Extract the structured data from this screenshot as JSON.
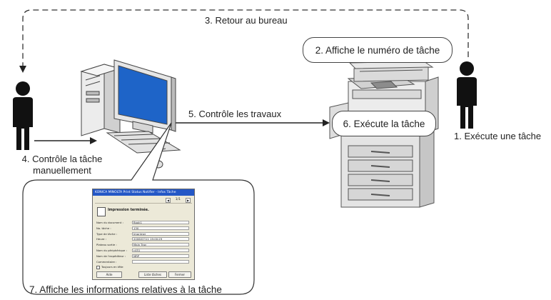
{
  "steps": {
    "step1": "1. Exécute une tâche",
    "step2": "2. Affiche le numéro de tâche",
    "step3": "3. Retour au bureau",
    "step4_line1": "4. Contrôle la tâche",
    "step4_line2": "manuellement",
    "step5": "5. Contrôle les travaux",
    "step6": "6. Exécute la tâche",
    "step7": "7. Affiche les informations relatives à la tâche"
  },
  "dialog": {
    "title": "KONICA MINOLTA Print Status Notifier - Infos Tâche",
    "page": "1/1",
    "heading": "Impression terminée.",
    "fields": [
      {
        "label": "Nom du document :",
        "value": "Book1"
      },
      {
        "label": "No. tâche :",
        "value": "130"
      },
      {
        "label": "Type de tâche :",
        "value": "Imprimer"
      },
      {
        "label": "Heure :",
        "value": "2006/07/11 19:00:29"
      },
      {
        "label": "Plateau sortie :",
        "value": "Main Tray"
      },
      {
        "label": "Nom du périphérique :",
        "value": "c451"
      },
      {
        "label": "Nom de l'expéditeur :",
        "value": "MRP"
      },
      {
        "label": "Commentaire :",
        "value": ""
      }
    ],
    "checkbox": "Toujours en tête",
    "buttons": {
      "help": "Aide",
      "list": "Liste tâches",
      "close": "Fermer"
    }
  }
}
